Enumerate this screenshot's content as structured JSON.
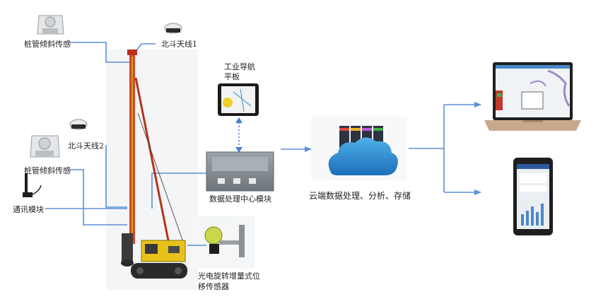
{
  "labels": {
    "tilt_sensor_top": "桩管倾斜传感",
    "beidou_antenna_1": "北斗天线1",
    "beidou_antenna_2": "北斗天线2",
    "tilt_sensor_mid": "桩管倾斜传感",
    "comm_module": "通讯模块",
    "nav_tablet_line1": "工业导航",
    "nav_tablet_line2": "平板",
    "data_center": "数据处理中心模块",
    "encoder_line1": "光电旋转增量式位",
    "encoder_line2": "移传感器",
    "cloud": "云端数据处理、分析、存储"
  },
  "colors": {
    "connector_line": "#5b8fd6",
    "rig_mast": "#d9432b",
    "rig_body": "#e8c21a",
    "cloud": "#2e86c8"
  },
  "icons": {
    "sensor": "tilt-sensor-icon",
    "antenna": "gnss-antenna-icon",
    "tablet": "tablet-icon",
    "box": "processing-box-icon",
    "server": "server-rack-icon",
    "cloud": "cloud-icon",
    "laptop": "laptop-icon",
    "phone": "smartphone-icon",
    "rig": "pile-driver-icon",
    "encoder": "rotary-encoder-icon",
    "comm_antenna": "comm-antenna-icon"
  }
}
